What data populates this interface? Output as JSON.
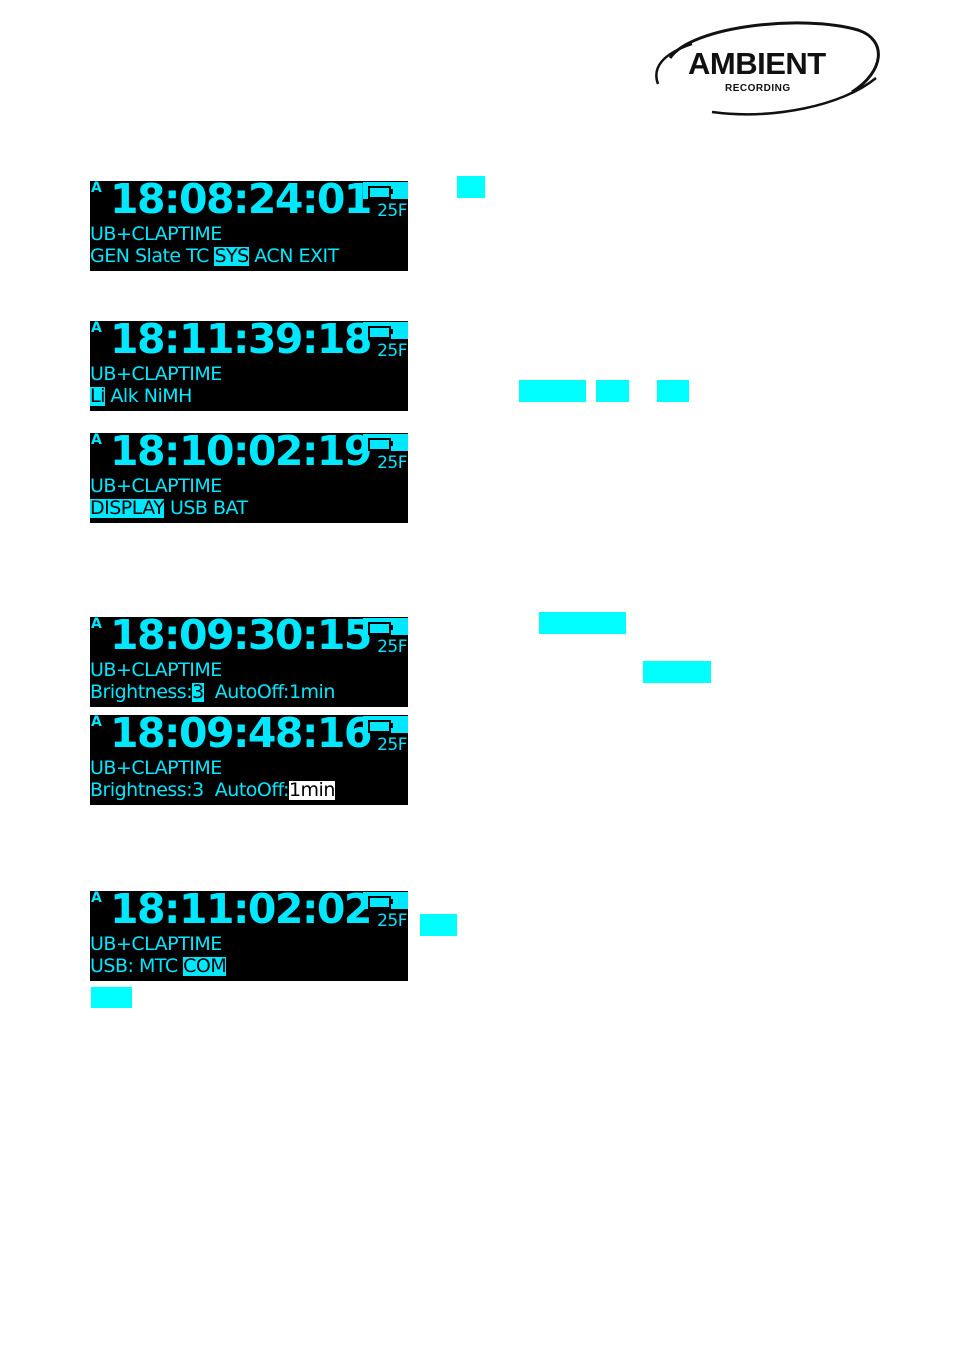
{
  "logo": {
    "name": "AMBIENT",
    "sub": "RECORDING"
  },
  "colors": {
    "oled": "#00e8ff",
    "highlight": "#00ffff",
    "screen_bg": "#000000"
  },
  "screens": [
    {
      "channel": "A",
      "timecode": "18:08:24:01",
      "fps": "25F",
      "ub_line": "UB+CLAPTIME",
      "menu": [
        "GEN",
        "Slate",
        "TC",
        "SYS",
        "ACN",
        "EXIT"
      ]
    },
    {
      "channel": "A",
      "timecode": "18:11:39:18",
      "fps": "25F",
      "ub_line": "UB+CLAPTIME",
      "menu": [
        "Li",
        "Alk",
        "NiMH"
      ]
    },
    {
      "channel": "A",
      "timecode": "18:10:02:19",
      "fps": "25F",
      "ub_line": "UB+CLAPTIME",
      "menu": [
        "DISPLAY",
        "USB",
        "BAT"
      ]
    },
    {
      "channel": "A",
      "timecode": "18:09:30:15",
      "fps": "25F",
      "ub_line": "UB+CLAPTIME",
      "menu": [
        "Brightness:",
        "3",
        "  AutoOff:1min"
      ]
    },
    {
      "channel": "A",
      "timecode": "18:09:48:16",
      "fps": "25F",
      "ub_line": "UB+CLAPTIME",
      "menu": [
        "Brightness:3  AutoOff:",
        "1min"
      ]
    },
    {
      "channel": "A",
      "timecode": "18:11:02:02",
      "fps": "25F",
      "ub_line": "UB+CLAPTIME",
      "menu": [
        "USB: MTC ",
        "COM"
      ]
    }
  ]
}
